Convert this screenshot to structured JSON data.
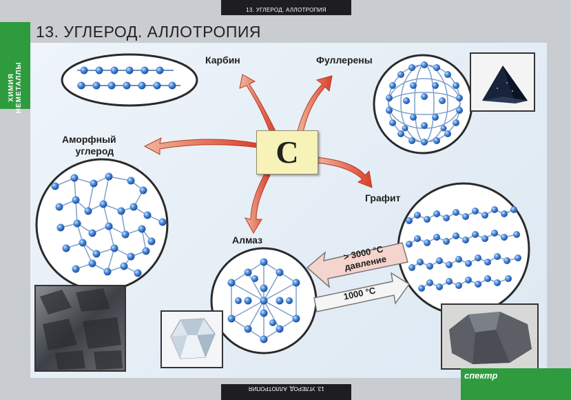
{
  "header": {
    "tab": "13. УГЛЕРОД. АЛЛОТРОПИЯ",
    "bottom_tab": "13. УГЛЕРОД. АЛЛОТРОПИЯ"
  },
  "side": {
    "line1": "ХИМИЯ",
    "line2": "НЕМЕТАЛЛЫ"
  },
  "title": "13. УГЛЕРОД.  АЛЛОТРОПИЯ",
  "center": {
    "symbol": "C"
  },
  "labels": {
    "karbin": "Карбин",
    "fullerene": "Фуллерены",
    "amorph1": "Аморфный",
    "amorph2": "углерод",
    "graphite": "Графит",
    "almaz": "Алмаз"
  },
  "transition": {
    "top_line1": "> 3000 °C",
    "top_line2": "давление",
    "bottom": "1000 °C"
  },
  "logo": {
    "brand": "спектр"
  },
  "colors": {
    "atom": "#3f7fd0",
    "arrow": "#d9412a",
    "panel": "#e6eef6",
    "side": "#2e9c3e"
  }
}
